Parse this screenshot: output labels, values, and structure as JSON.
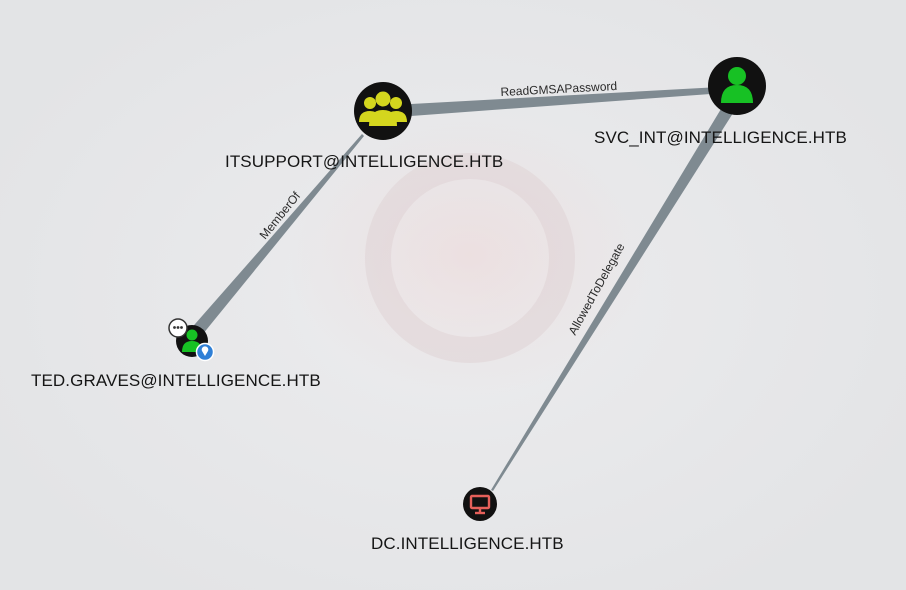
{
  "graph": {
    "nodes": {
      "itsupport": {
        "label": "ITSUPPORT@INTELLIGENCE.HTB",
        "kind": "group",
        "icon": "group-icon",
        "color": "#d4d61e"
      },
      "svc_int": {
        "label": "SVC_INT@INTELLIGENCE.HTB",
        "kind": "user",
        "icon": "user-icon",
        "color": "#17c124"
      },
      "ted_graves": {
        "label": "TED.GRAVES@INTELLIGENCE.HTB",
        "kind": "user",
        "icon": "user-icon",
        "color": "#17c124",
        "badges": [
          "chat-bubble-icon",
          "location-pin-icon"
        ]
      },
      "dc": {
        "label": "DC.INTELLIGENCE.HTB",
        "kind": "computer",
        "icon": "computer-icon",
        "color": "#e5605a"
      }
    },
    "edges": {
      "memberof": {
        "label": "MemberOf",
        "source": "TED.GRAVES@INTELLIGENCE.HTB",
        "target": "ITSUPPORT@INTELLIGENCE.HTB"
      },
      "readgmsa": {
        "label": "ReadGMSAPassword",
        "source": "ITSUPPORT@INTELLIGENCE.HTB",
        "target": "SVC_INT@INTELLIGENCE.HTB"
      },
      "allowedtodelegate": {
        "label": "AllowedToDelegate",
        "source": "SVC_INT@INTELLIGENCE.HTB",
        "target": "DC.INTELLIGENCE.HTB"
      }
    }
  }
}
